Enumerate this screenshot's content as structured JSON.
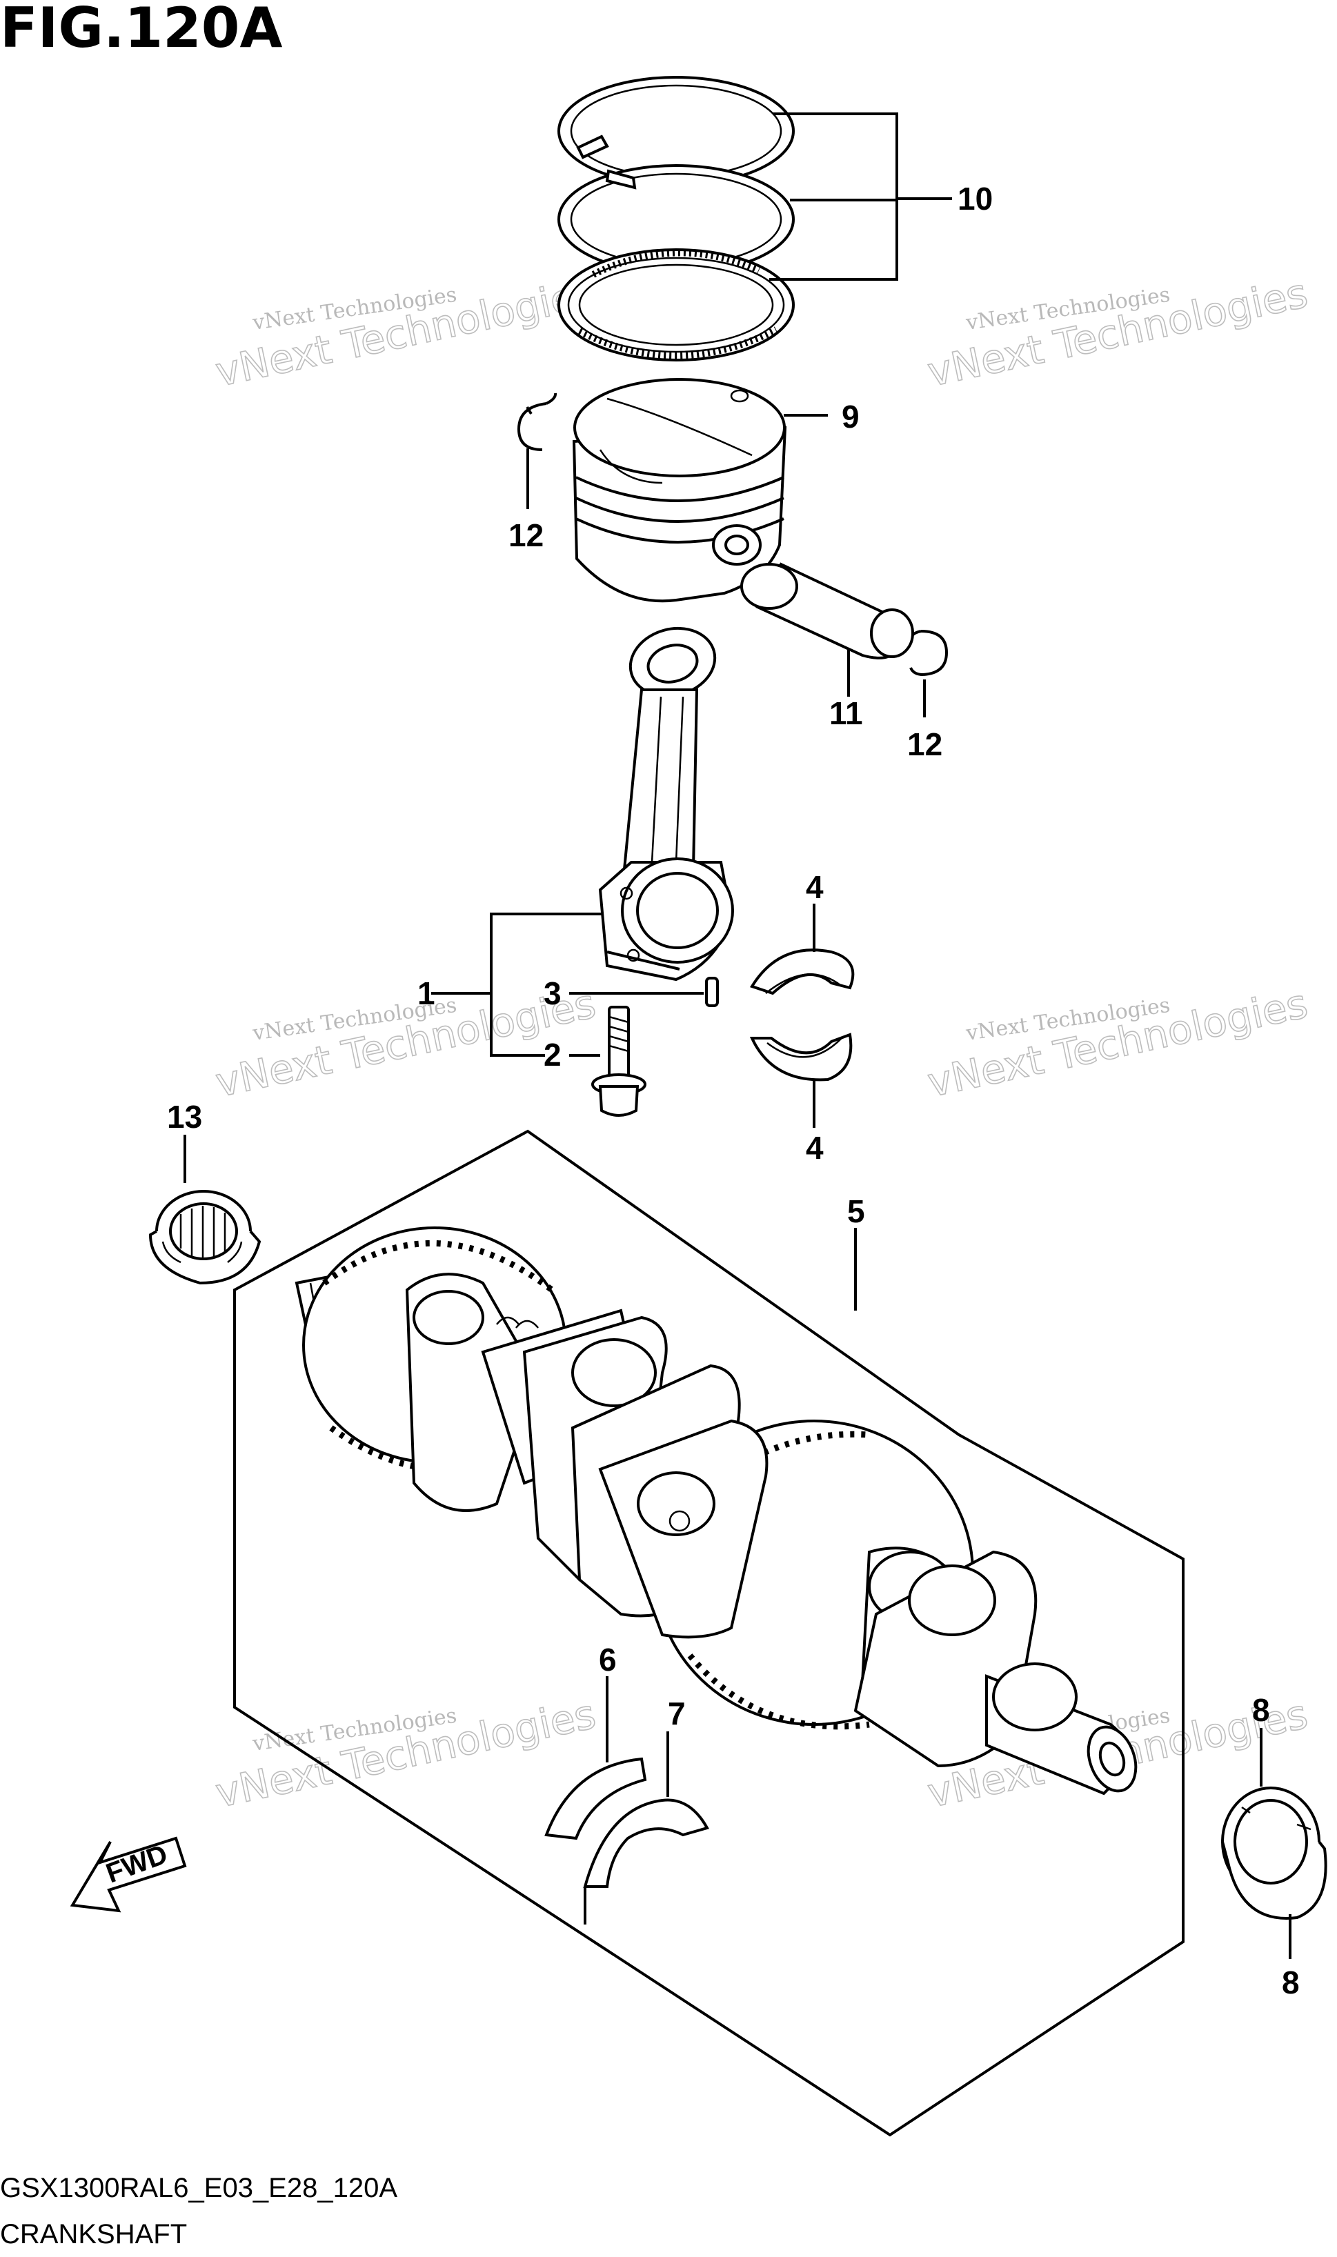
{
  "figure": {
    "title": "FIG.120A",
    "model_code": "GSX1300RAL6_E03_E28_120A",
    "section_name": "CRANKSHAFT"
  },
  "watermark": {
    "small_text": "vNext Technologies",
    "large_text": "vNext Technologies"
  },
  "fwd_label": "FWD",
  "callouts": {
    "c1": "1",
    "c2": "2",
    "c3": "3",
    "c4_top": "4",
    "c4_bottom": "4",
    "c5": "5",
    "c6": "6",
    "c7": "7",
    "c8_top": "8",
    "c8_bottom": "8",
    "c9": "9",
    "c10": "10",
    "c11": "11",
    "c12_left": "12",
    "c12_right": "12",
    "c13": "13"
  },
  "parts": [
    {
      "ref": "1",
      "name": "connecting-rod"
    },
    {
      "ref": "2",
      "name": "conrod-bolt"
    },
    {
      "ref": "3",
      "name": "pin"
    },
    {
      "ref": "4",
      "name": "conrod-bearing"
    },
    {
      "ref": "5",
      "name": "crankshaft"
    },
    {
      "ref": "6",
      "name": "thrust-bearing-a"
    },
    {
      "ref": "7",
      "name": "thrust-bearing-b"
    },
    {
      "ref": "8",
      "name": "crankshaft-journal-bearing"
    },
    {
      "ref": "9",
      "name": "piston"
    },
    {
      "ref": "10",
      "name": "piston-ring-set"
    },
    {
      "ref": "11",
      "name": "piston-pin"
    },
    {
      "ref": "12",
      "name": "piston-pin-circlip"
    },
    {
      "ref": "13",
      "name": "needle-bearing"
    }
  ]
}
